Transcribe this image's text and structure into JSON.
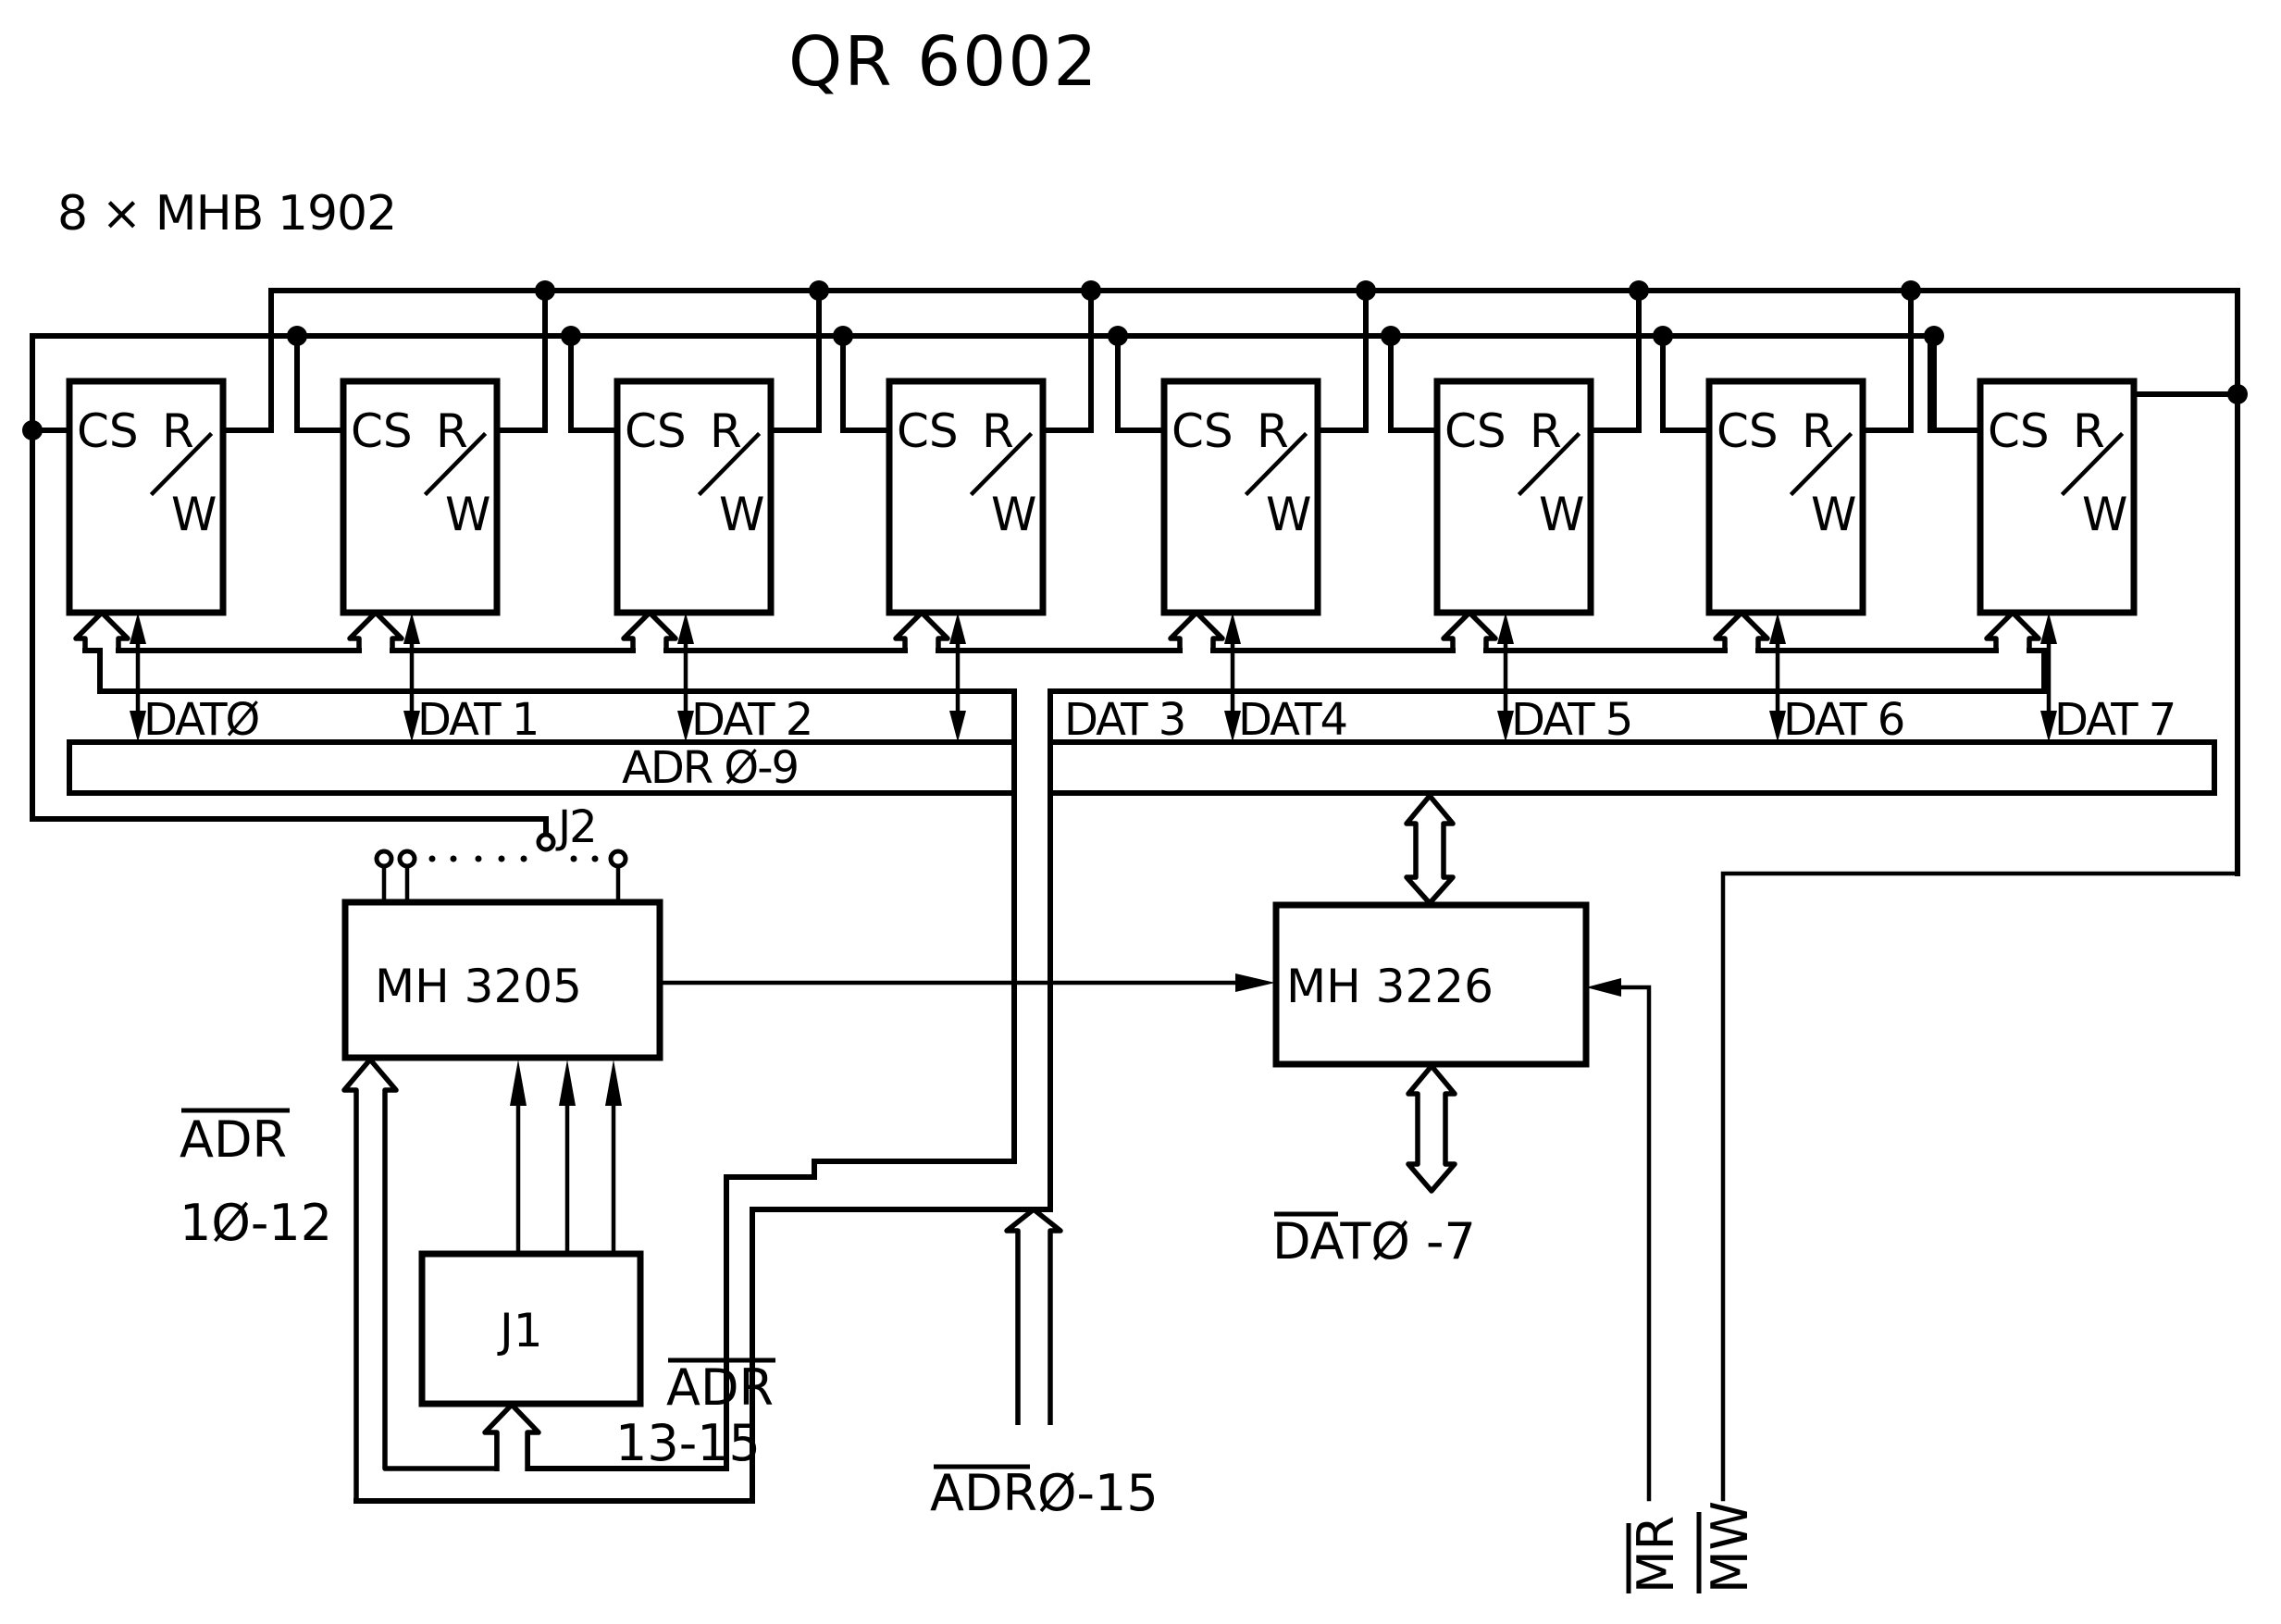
{
  "diagram": {
    "title": "QR 6002",
    "memory_array_label": "8 × MHB 1902",
    "memory_chip": {
      "pin_cs": "CS",
      "pin_r": "R",
      "pin_w": "W",
      "count": 8
    },
    "data_lines": [
      "DATØ",
      "DAT 1",
      "DAT 2",
      "DAT 3",
      "DAT4",
      "DAT 5",
      "DAT 6",
      "DAT 7"
    ],
    "address_bus_label": "ADR Ø-9",
    "decoder": {
      "name": "MH 3205"
    },
    "jumper_j2": {
      "name": "J2"
    },
    "jumper_j1": {
      "name": "J1"
    },
    "bus_driver": {
      "name": "MH 3226"
    },
    "signals": {
      "adr_10_12_top": "ADR",
      "adr_10_12_bottom": "1Ø-12",
      "adr_13_15_top": "ADR",
      "adr_13_15_bottom": "13-15",
      "adr_0_15": "ADRØ-15",
      "dat_0_7": "DATØ -7",
      "mr": "MR",
      "mw": "MW"
    }
  }
}
